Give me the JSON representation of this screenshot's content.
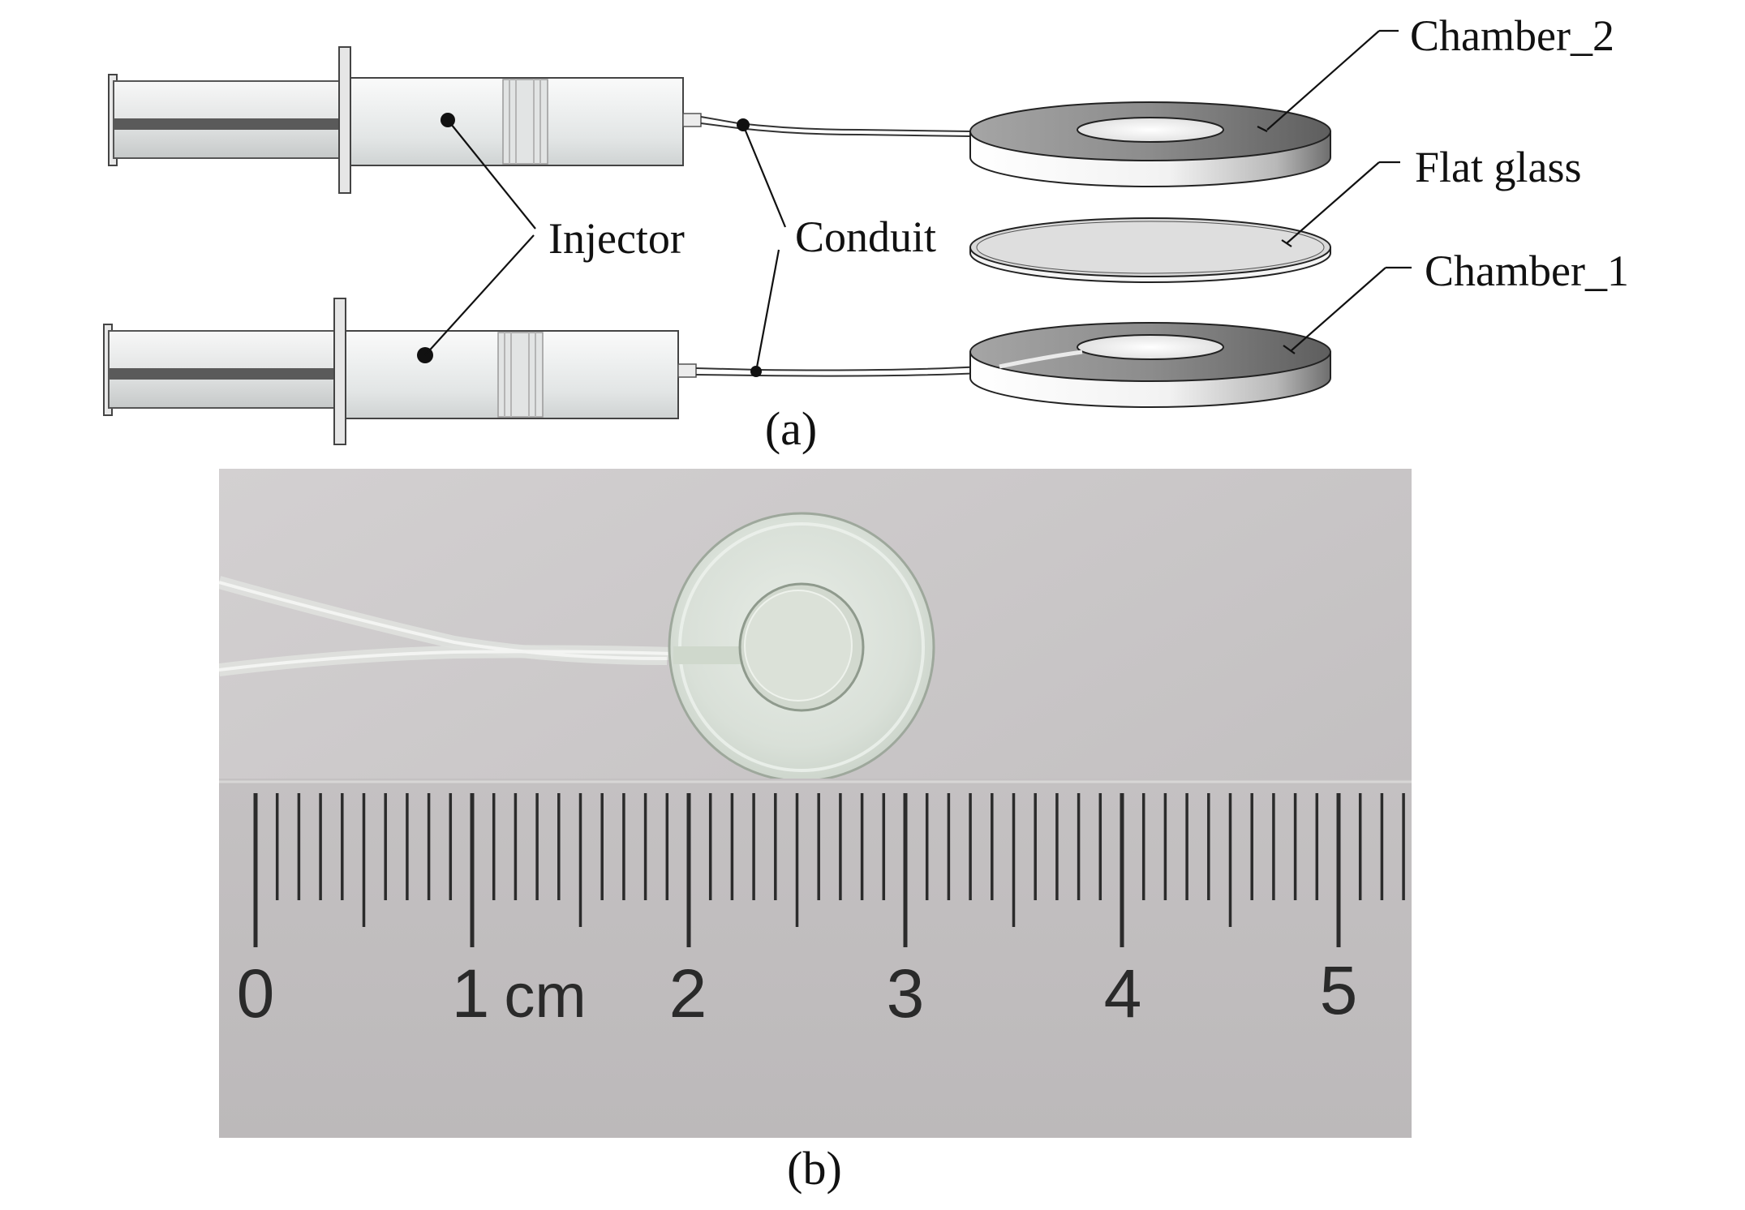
{
  "panel_a": {
    "caption": "(a)",
    "labels": {
      "chamber_2": "Chamber_2",
      "flat_glass": "Flat glass",
      "chamber_1": "Chamber_1",
      "injector": "Injector",
      "conduit": "Conduit"
    }
  },
  "panel_b": {
    "caption": "(b)",
    "ruler": {
      "numbers": [
        "0",
        "1",
        "2",
        "3",
        "4",
        "5"
      ],
      "unit": "cm"
    }
  },
  "colors": {
    "background": "#ffffff",
    "line": "#111111",
    "syringe_body": "#f1f3f3",
    "chamber_face": "#e9e9e9",
    "chamber_top": "#8c8c8c",
    "photo_background": "#c9c6c7",
    "ruler_ticks": "#2b2b2b",
    "glass": "#dfe6de"
  }
}
